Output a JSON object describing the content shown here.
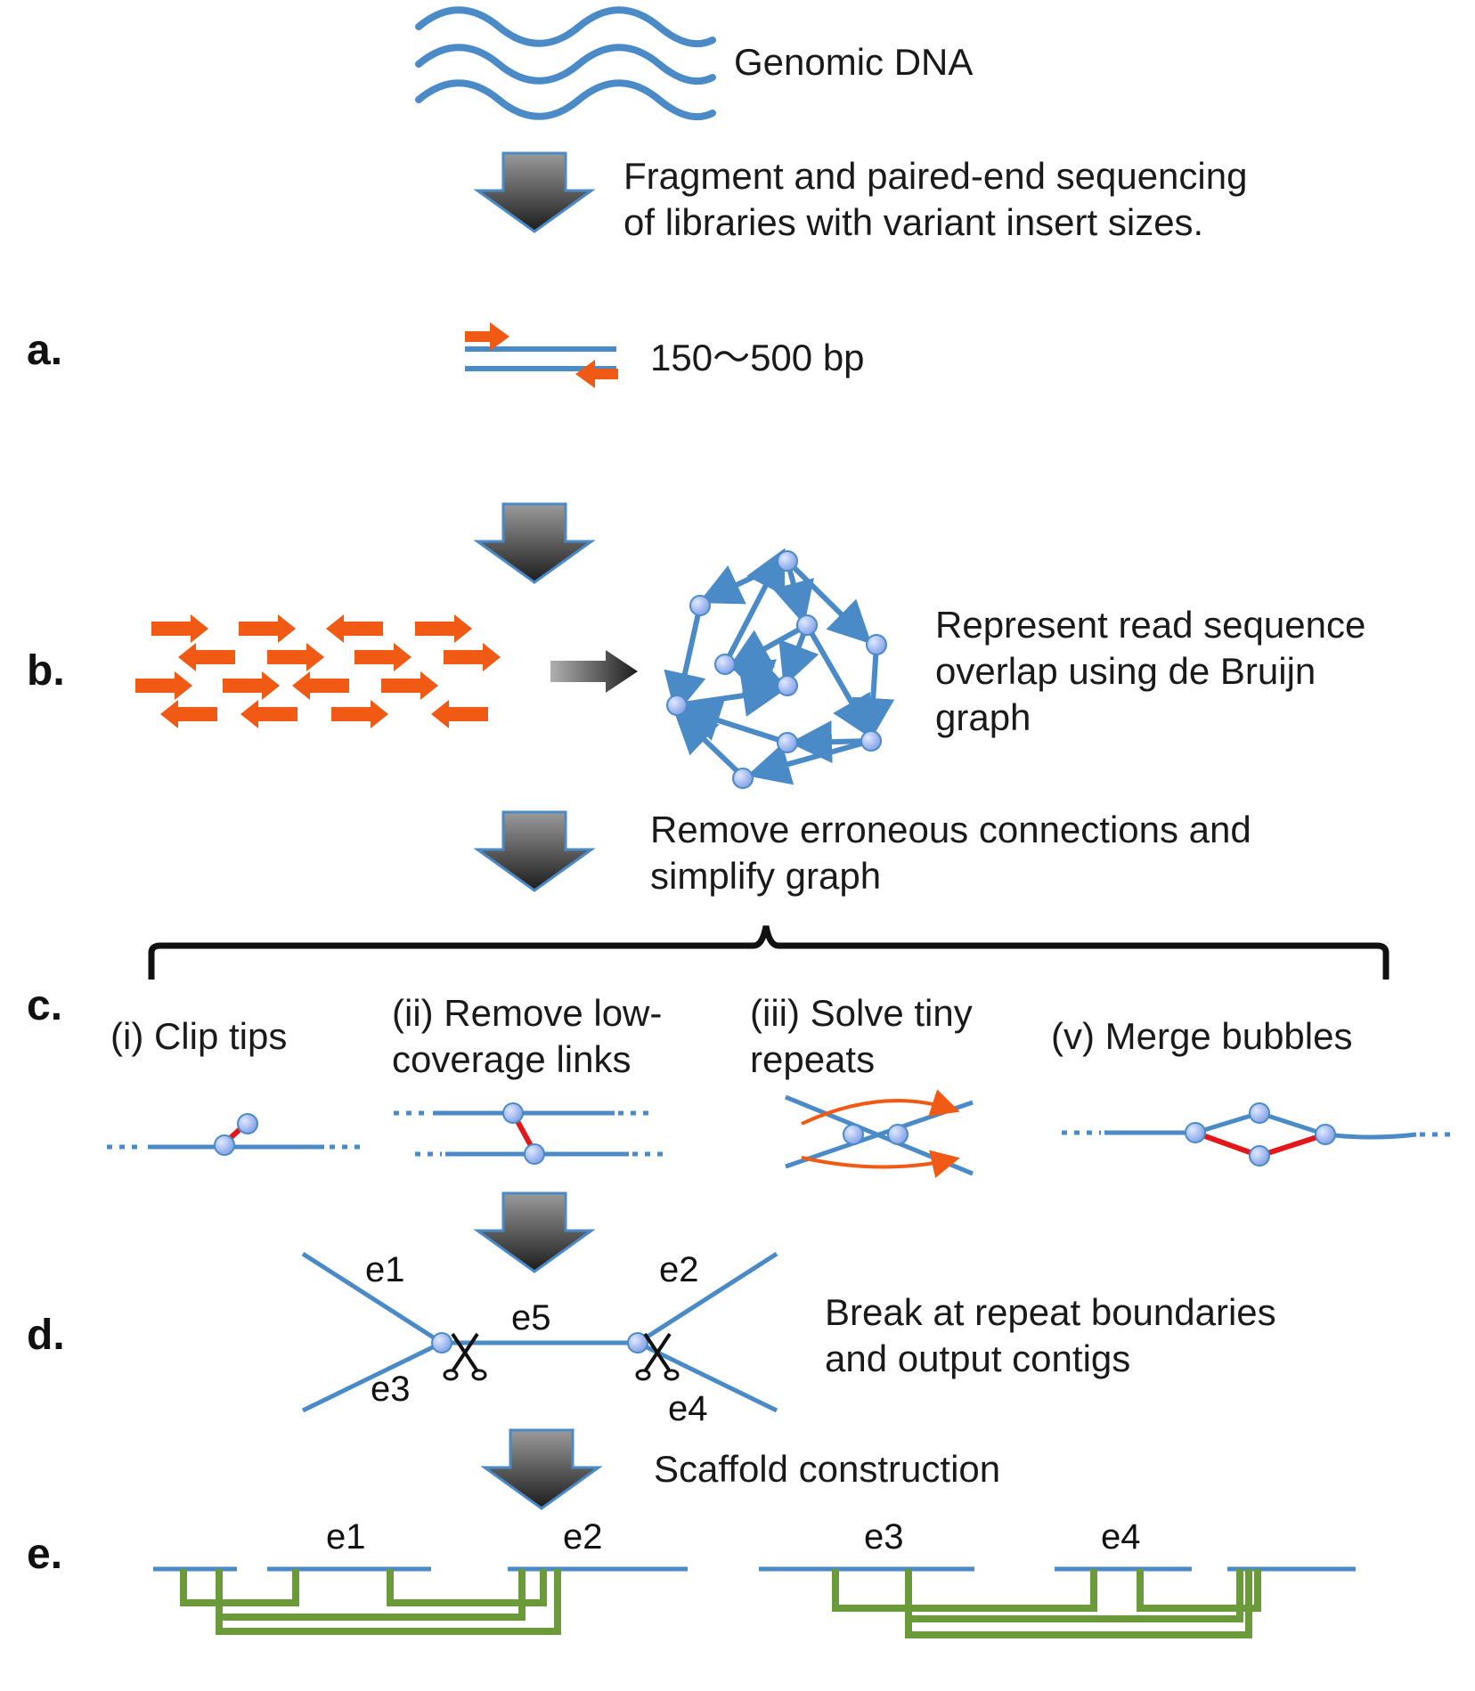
{
  "title": "Genomic DNA",
  "steps": {
    "fragment": "Fragment and paired-end sequencing\nof libraries with variant insert sizes.",
    "a": {
      "label": "a.",
      "insert": "150～500 bp"
    },
    "b": {
      "label": "b.",
      "text": "Represent read sequence\noverlap using de Bruijn\ngraph"
    },
    "remove": "Remove erroneous connections and\nsimplify graph",
    "c": {
      "label": "c.",
      "items": [
        {
          "text": "(i) Clip tips"
        },
        {
          "text": "(ii) Remove low-\ncoverage links"
        },
        {
          "text": "(iii) Solve tiny\nrepeats"
        },
        {
          "text": "(v) Merge bubbles"
        }
      ]
    },
    "d": {
      "label": "d.",
      "text": "Break at repeat boundaries\nand output contigs",
      "edges": [
        "e1",
        "e2",
        "e3",
        "e4",
        "e5"
      ]
    },
    "scaffold": "Scaffold construction",
    "e": {
      "label": "e.",
      "contigs": [
        "e1",
        "e2",
        "e3",
        "e4"
      ]
    }
  },
  "colors": {
    "dna": "#4a8ac6",
    "read": "#f05a14",
    "node": "#8fb4ee",
    "error": "#e2161b",
    "link": "#6b9a3a"
  }
}
